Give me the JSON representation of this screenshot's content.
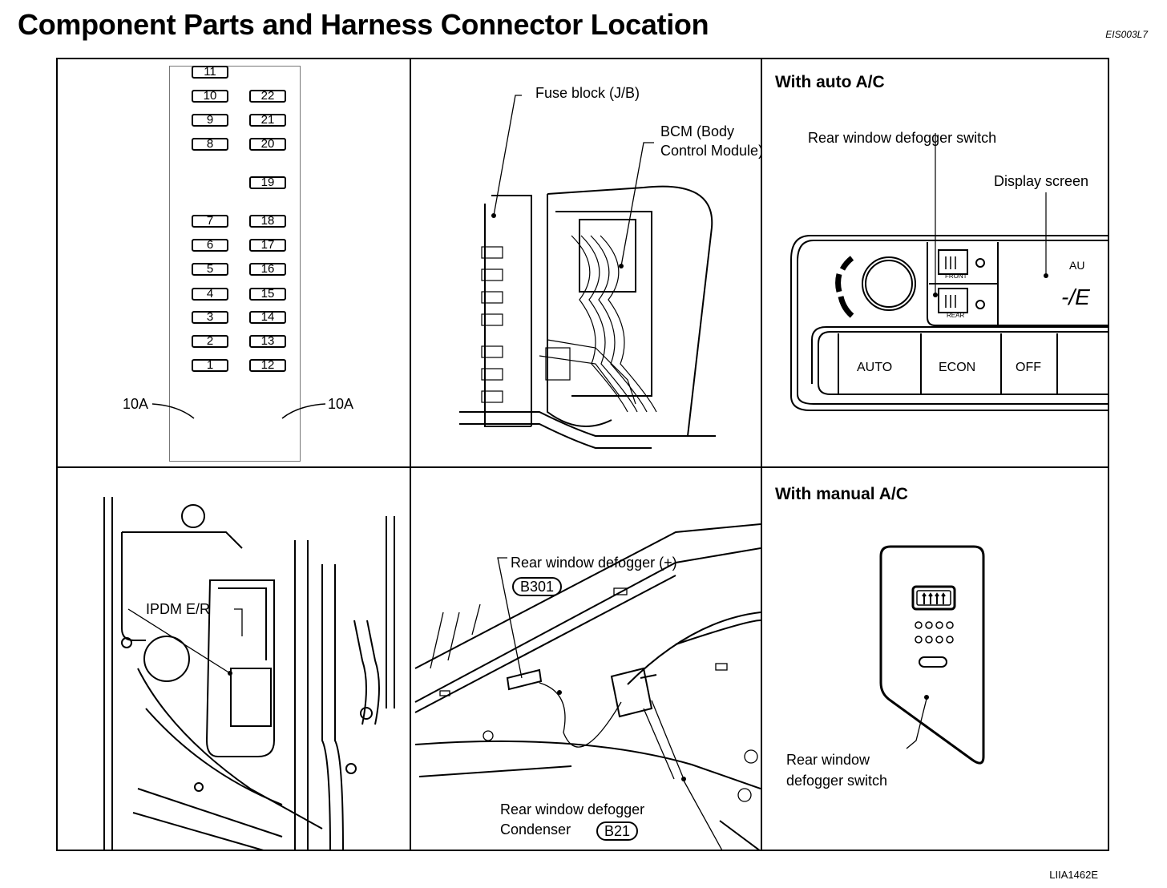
{
  "page": {
    "title": "Component Parts and Harness Connector Location",
    "doc_id": "EIS003L7",
    "figure_id": "LIIA1462E"
  },
  "fuse_block": {
    "left_column": [
      "11",
      "10",
      "9",
      "8",
      "7",
      "6",
      "5",
      "4",
      "3",
      "2",
      "1"
    ],
    "right_column": [
      "22",
      "21",
      "20",
      "19",
      "18",
      "17",
      "16",
      "15",
      "14",
      "13",
      "12"
    ],
    "left_rating": "10A",
    "right_rating": "10A"
  },
  "bcm_panel": {
    "fuse_block_label": "Fuse block (J/B)",
    "bcm_label_line1": "BCM (Body",
    "bcm_label_line2": "Control Module)"
  },
  "auto_ac_panel": {
    "heading": "With auto A/C",
    "defogger_switch_label": "Rear window defogger switch",
    "display_label": "Display screen",
    "front_text": "FRONT",
    "rear_text": "REAR",
    "display_partial_1": "AU",
    "display_partial_2": "-/E",
    "btn_auto": "AUTO",
    "btn_econ": "ECON",
    "btn_off": "OFF"
  },
  "ipdm_panel": {
    "label": "IPDM E/R"
  },
  "defogger_panel": {
    "plus_label": "Rear window defogger (+)",
    "plus_connector": "B301",
    "condenser_line1": "Rear window defogger",
    "condenser_line2": "Condenser",
    "condenser_connector": "B21"
  },
  "manual_ac_panel": {
    "heading": "With manual A/C",
    "switch_line1": "Rear window",
    "switch_line2": "defogger switch"
  }
}
